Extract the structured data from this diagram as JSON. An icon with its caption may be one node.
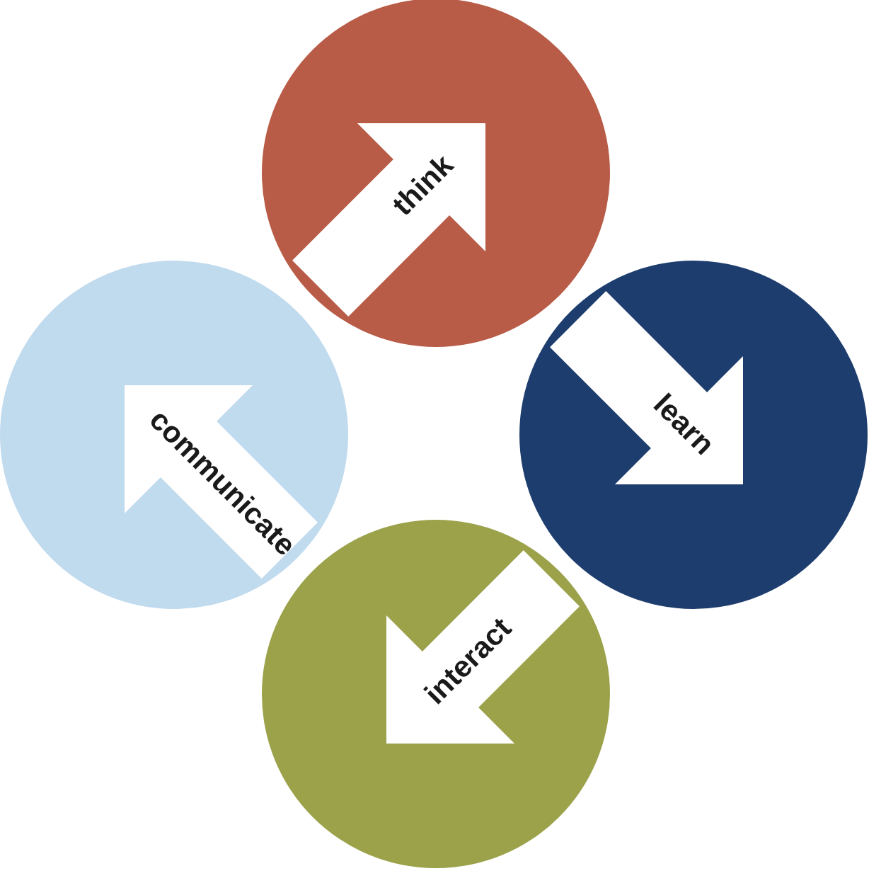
{
  "diagram": {
    "nodes": [
      {
        "text": [
          "think"
        ]
      },
      {
        "text": [
          "learn"
        ]
      },
      {
        "text": [
          "interact"
        ]
      },
      {
        "text": [
          "communicate"
        ]
      }
    ]
  }
}
